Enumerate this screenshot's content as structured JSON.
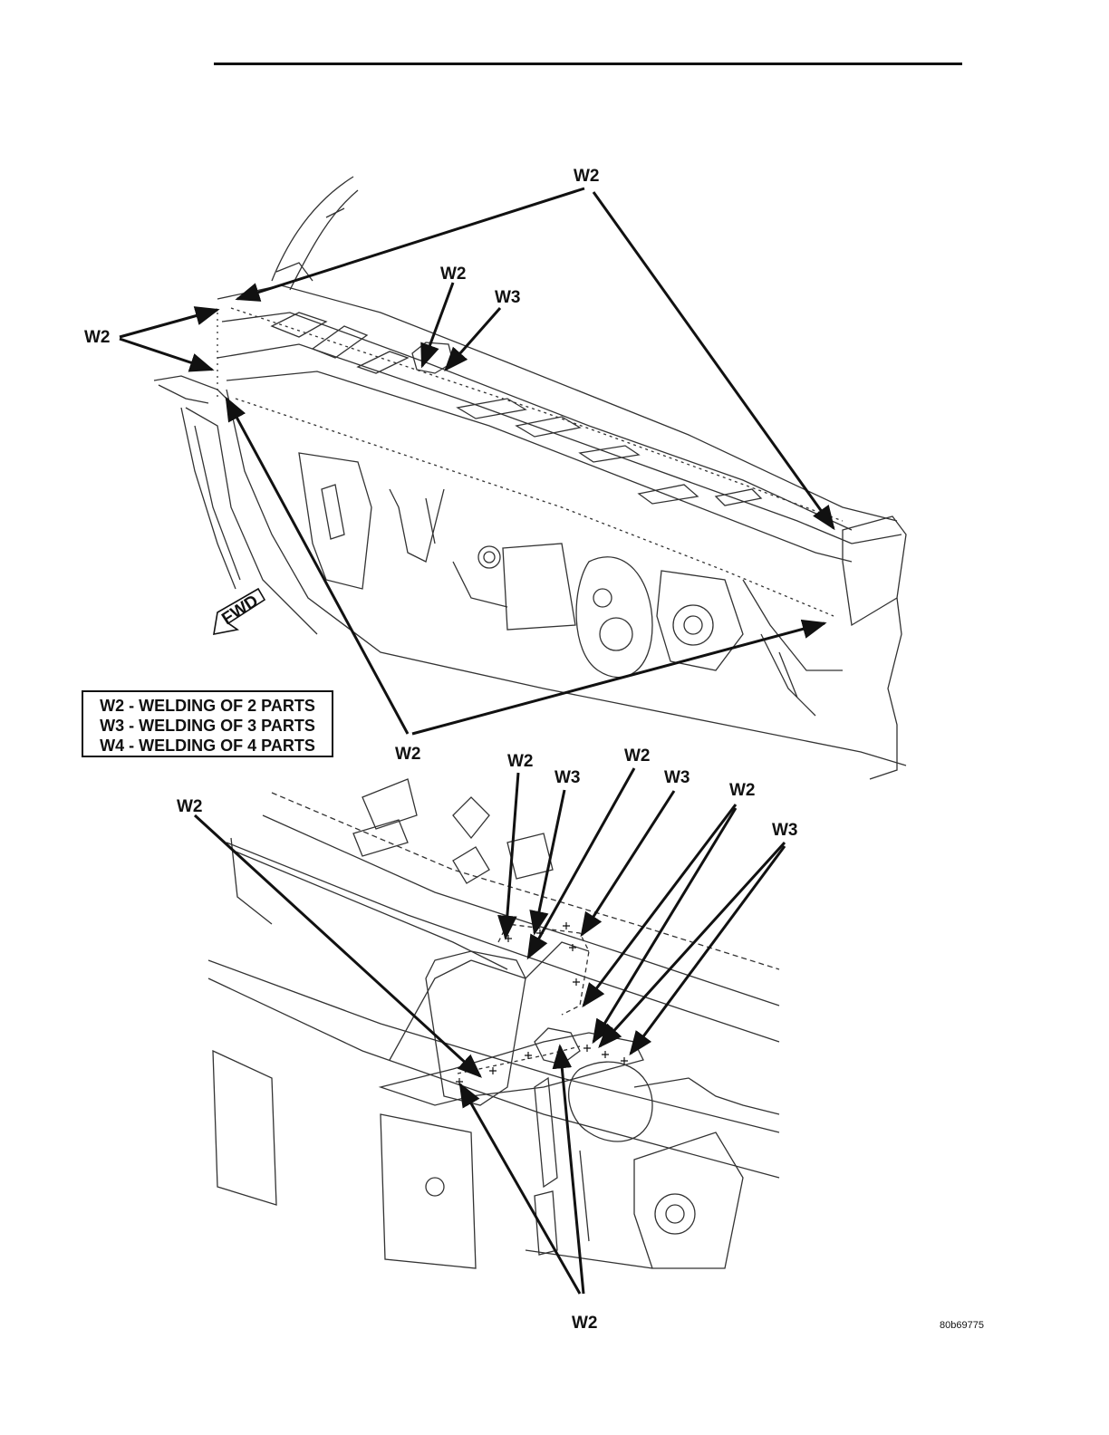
{
  "callouts": {
    "top_w2": "W2",
    "mid_w2": "W2",
    "mid_w3": "W3",
    "left_w2": "W2",
    "lower_w2": "W2",
    "detail_w2_a": "W2",
    "detail_w3_a": "W3",
    "detail_w2_b": "W2",
    "detail_w3_b": "W3",
    "detail_w2_c": "W2",
    "detail_w3_c": "W3",
    "detail_left_w2": "W2",
    "bottom_w2": "W2"
  },
  "fwd_label": "FWD",
  "legend": {
    "items": [
      "W2 - WELDING OF 2 PARTS",
      "W3 - WELDING OF 3 PARTS",
      "W4 - WELDING OF 4 PARTS"
    ]
  },
  "figure_id": "80b69775"
}
